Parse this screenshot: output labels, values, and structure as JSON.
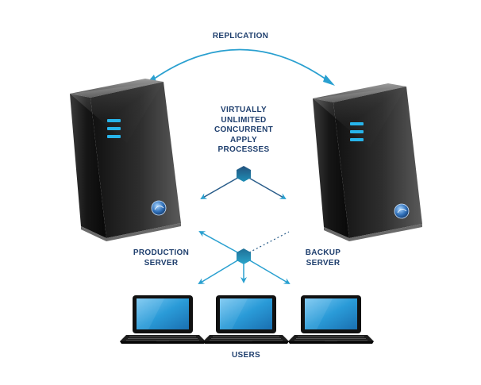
{
  "labels": {
    "replication": "REPLICATION",
    "apply_processes": [
      "VIRTUALLY",
      "UNLIMITED",
      "CONCURRENT",
      "APPLY",
      "PROCESSES"
    ],
    "production_server": [
      "PRODUCTION",
      "SERVER"
    ],
    "backup_server": [
      "BACKUP",
      "SERVER"
    ],
    "users": "USERS"
  },
  "colors": {
    "label_text": "#1f3f6e",
    "arrow": "#2aa0d0",
    "hub_top": "#1f3f6e",
    "hub_bottom": "#1f8fb6",
    "server_led": "#27b4ea",
    "laptop_screen": "#2a9bd8"
  },
  "icons": [
    "production-server-icon",
    "backup-server-icon",
    "laptop-icon",
    "hexagon-hub-icon"
  ]
}
